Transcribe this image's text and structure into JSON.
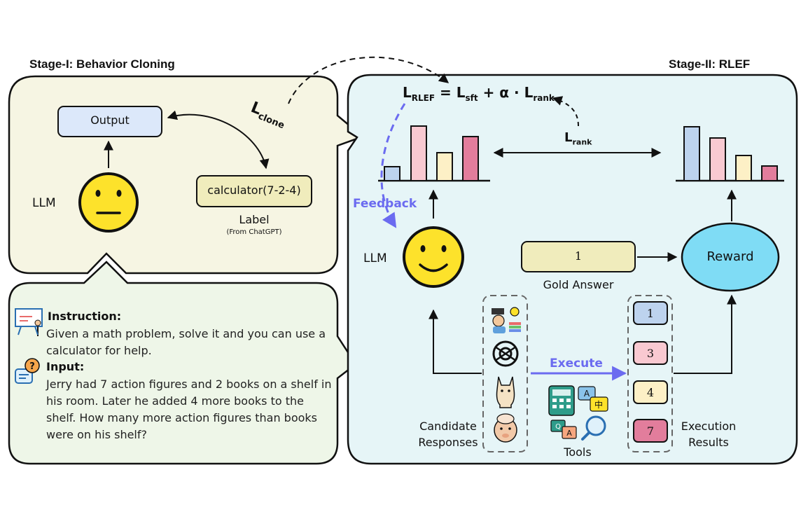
{
  "stage1": {
    "title": "Stage-I: Behavior Cloning",
    "output_label": "Output",
    "llm_label": "LLM",
    "label_box_text": "calculator(7-2-4)",
    "label_caption": "Label",
    "label_source": "(From ChatGPT)",
    "loss_symbol": "L",
    "loss_subscript": "clone"
  },
  "prompt": {
    "instruction_header": "Instruction:",
    "instruction_text": "Given a math problem, solve it and you can use a calculator for help.",
    "input_header": "Input:",
    "input_text": "Jerry had 7 action figures and 2 books on a shelf in his room. Later he added 4 more books to the shelf. How many more action figures than books were on his shelf?"
  },
  "stage2": {
    "title": "Stage-II: RLEF",
    "formula": {
      "L": "L",
      "rlef_sub": "RLEF",
      "eq": "=",
      "sft_sub": "sft",
      "plus": "+",
      "alpha": "α",
      "dot": "·",
      "rank_sub": "rank"
    },
    "rank_label": "L",
    "rank_label_sub": "rank",
    "feedback_label": "Feedback",
    "llm_label": "LLM",
    "gold_answer_value": "1",
    "gold_answer_caption": "Gold Answer",
    "reward_label": "Reward",
    "execute_label": "Execute",
    "candidates_caption": "Candidate Responses",
    "tools_caption": "Tools",
    "results_caption": "Execution Results",
    "results": [
      "1",
      "3",
      "4",
      "7"
    ]
  },
  "colors": {
    "stage1_bg": "#f6f5e3",
    "prompt_bg": "#eef6e8",
    "stage2_bg": "#e6f5f7",
    "output_box": "#dce8fa",
    "label_box": "#f0ecbc",
    "face": "#fde22b",
    "reward": "#7fdcf5",
    "accent": "#6b6bf0",
    "bar_blue": "#bdd3ee",
    "bar_pink": "#f9c9d1",
    "bar_yellow": "#fdf0c6",
    "bar_rose": "#e27d9c"
  }
}
